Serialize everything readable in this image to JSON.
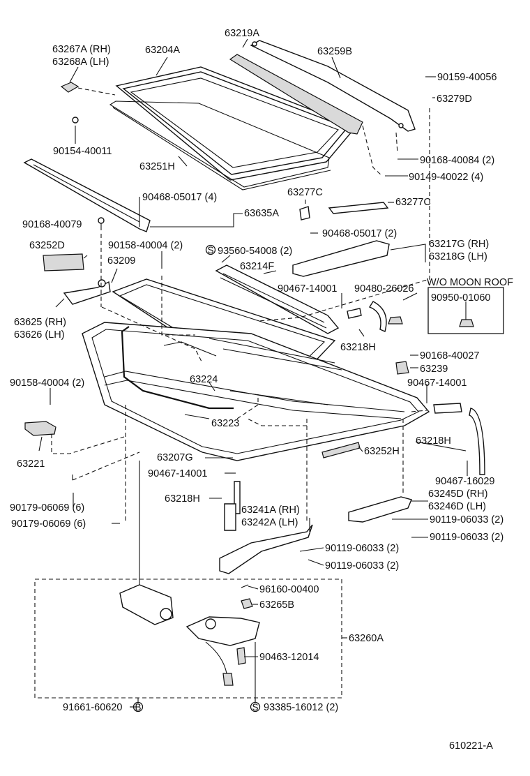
{
  "markers": {
    "s": "S",
    "b": "B"
  },
  "labels": {
    "l63267A": "63267A (RH)",
    "l63268A": "63268A (LH)",
    "l63204A": "63204A",
    "l63219A": "63219A",
    "l63259B": "63259B",
    "l90159_40056": "90159-40056",
    "l63279D": "63279D",
    "l90154_40011": "90154-40011",
    "l63251H": "63251H",
    "l90168_40084": "90168-40084 (2)",
    "l90149_40022": "90149-40022 (4)",
    "l63277C": "63277C",
    "l90468_05017_a": "90468-05017 (4)",
    "l63635A": "63635A",
    "l90168_40079": "90168-40079",
    "l90468_05017_b": "90468-05017 (2)",
    "l63252D": "63252D",
    "l90158_40004_a": "90158-40004 (2)",
    "l93560_54008": "93560-54008 (2)",
    "l63217G": "63217G (RH)",
    "l63218G": "63218G (LH)",
    "l63209": "63209",
    "l63214F": "63214F",
    "wo_moon_roof": "W/O MOON ROOF",
    "l90467_14001_a": "90467-14001",
    "l90480_26026": "90480-26026",
    "l90950_01060": "90950-01060",
    "l63625": "63625 (RH)",
    "l63626": "63626 (LH)",
    "l63218H": "63218H",
    "l90168_40027": "90168-40027",
    "l63239": "63239",
    "l63224": "63224",
    "l90467_14001_b": "90467-14001",
    "l90158_40004_b": "90158-40004 (2)",
    "l63223": "63223",
    "l63252H": "63252H",
    "l63221": "63221",
    "l63207G": "63207G",
    "l90467_14001_c": "90467-14001",
    "l90467_16029": "90467-16029",
    "l63245D": "63245D (RH)",
    "l63246D": "63246D (LH)",
    "l90179_06069_a": "90179-06069 (6)",
    "l63241A": "63241A (RH)",
    "l90119_06033_a": "90119-06033 (2)",
    "l63242A": "63242A (LH)",
    "l90179_06069_b": "90179-06069 (6)",
    "l90119_06033_b": "90119-06033 (2)",
    "l90119_06033_c": "90119-06033 (2)",
    "l90119_06033_d": "90119-06033 (2)",
    "l96160_00400": "96160-00400",
    "l63265B": "63265B",
    "l63260A": "63260A",
    "l90463_12014": "90463-12014",
    "l91661_60620": "91661-60620",
    "l93385_16012": "93385-16012 (2)",
    "diagram_id": "610221-A"
  }
}
